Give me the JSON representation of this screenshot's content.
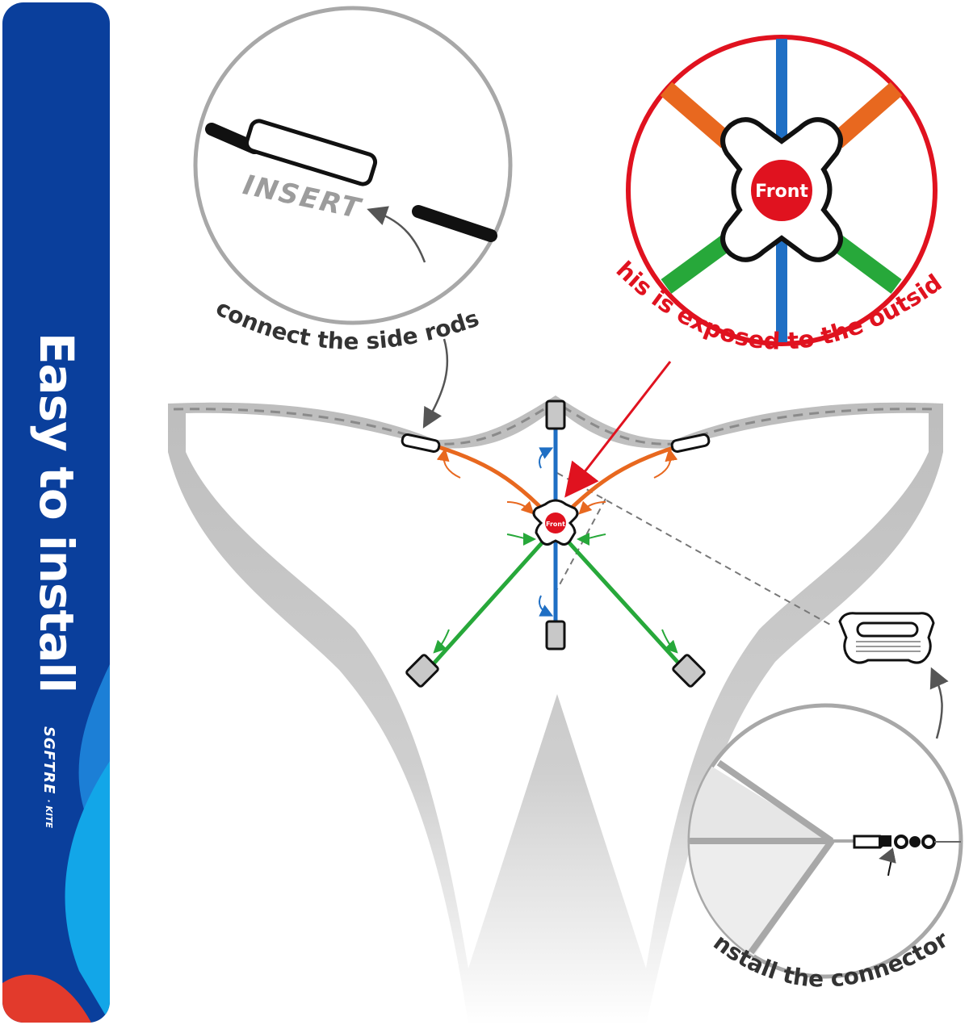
{
  "banner": {
    "title": "Easy to install",
    "brand": "SGFTRE",
    "brand_suffix": "· KITE",
    "colors": {
      "blue": "#0a3f9c",
      "wave_light": "#1c7fd6",
      "wave_cyan": "#12a6e8",
      "wave_red": "#e23a2c"
    }
  },
  "callouts": {
    "insert_label": "INSERT",
    "connect_caption": "connect the side rods.",
    "front_badge": "Front",
    "outside_warning": "This is exposed to the outside!",
    "install_caption": "Install the connector."
  },
  "colors": {
    "spine": "#1f6fc4",
    "upper_spar": "#e8681f",
    "lower_spar": "#27a83a",
    "warning": "#e0121f",
    "kite_gray": "#c4c4c4",
    "outline": "#222222"
  }
}
